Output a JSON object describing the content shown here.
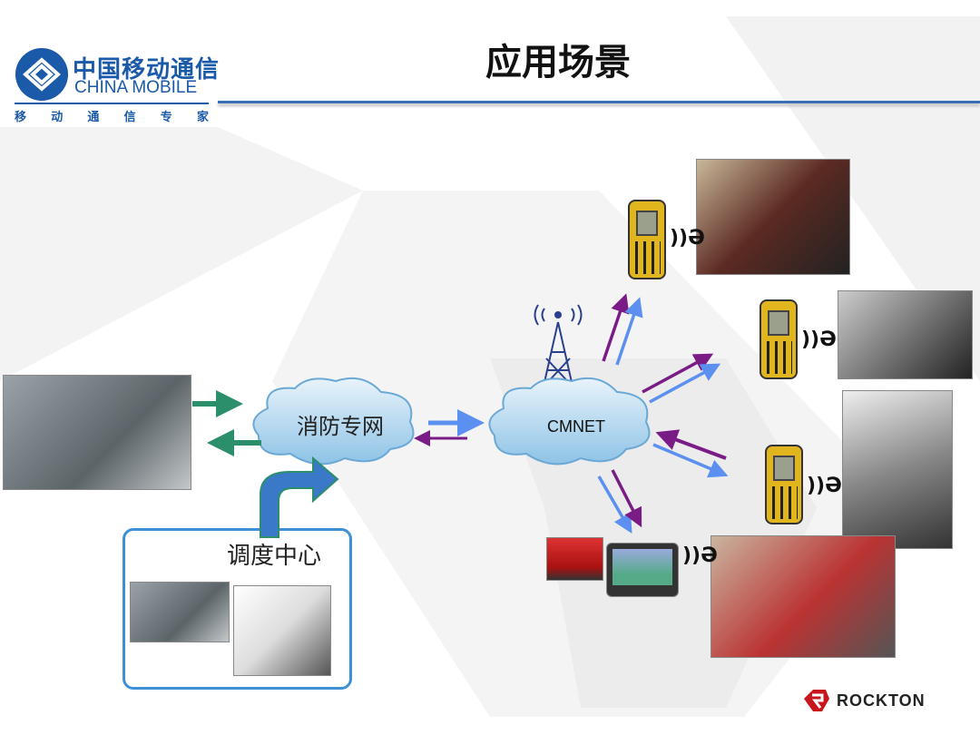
{
  "header": {
    "title": "应用场景",
    "logo": {
      "name_cn": "中国移动通信",
      "name_en": "CHINA MOBILE",
      "slogan": [
        "移",
        "动",
        "通",
        "信",
        "专",
        "家"
      ]
    }
  },
  "diagram": {
    "fire_network_label": "消防专网",
    "cmnet_label": "CMNET",
    "dispatch_center_label": "调度中心"
  },
  "footer": {
    "brand": "ROCKTON"
  },
  "colors": {
    "accent_blue": "#3b6db3",
    "arrow_blue": "#5b8ff0",
    "arrow_purple": "#7a1c86",
    "arrow_green": "#2a8f6a",
    "brand_red": "#c8161d"
  }
}
